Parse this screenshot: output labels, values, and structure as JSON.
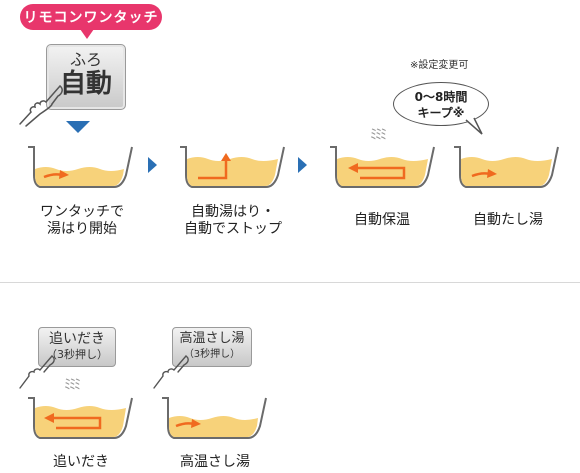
{
  "top": {
    "pill_label": "リモコンワンタッチ",
    "button_line1": "ふろ",
    "button_line2": "自動",
    "note": "※設定変更可",
    "bubble_line1": "0～8時間",
    "bubble_line2": "キープ※",
    "steps": [
      {
        "line1": "ワンタッチで",
        "line2": "湯はり開始"
      },
      {
        "line1": "自動湯はり・",
        "line2": "自動でストップ"
      },
      {
        "line1": "自動保温",
        "line2": ""
      },
      {
        "line1": "自動たし湯",
        "line2": ""
      }
    ]
  },
  "bottom": {
    "buttons": [
      {
        "line1": "追いだき",
        "line2": "（3秒押し）"
      },
      {
        "line1": "高温さし湯",
        "line2": "（3秒押し）"
      }
    ],
    "captions": [
      "追いだき",
      "高温さし湯"
    ]
  },
  "colors": {
    "accent_pink": "#e8366c",
    "arrow_blue": "#2a6fb4",
    "water": "#f7d27a",
    "flow_orange": "#f06a1f"
  }
}
